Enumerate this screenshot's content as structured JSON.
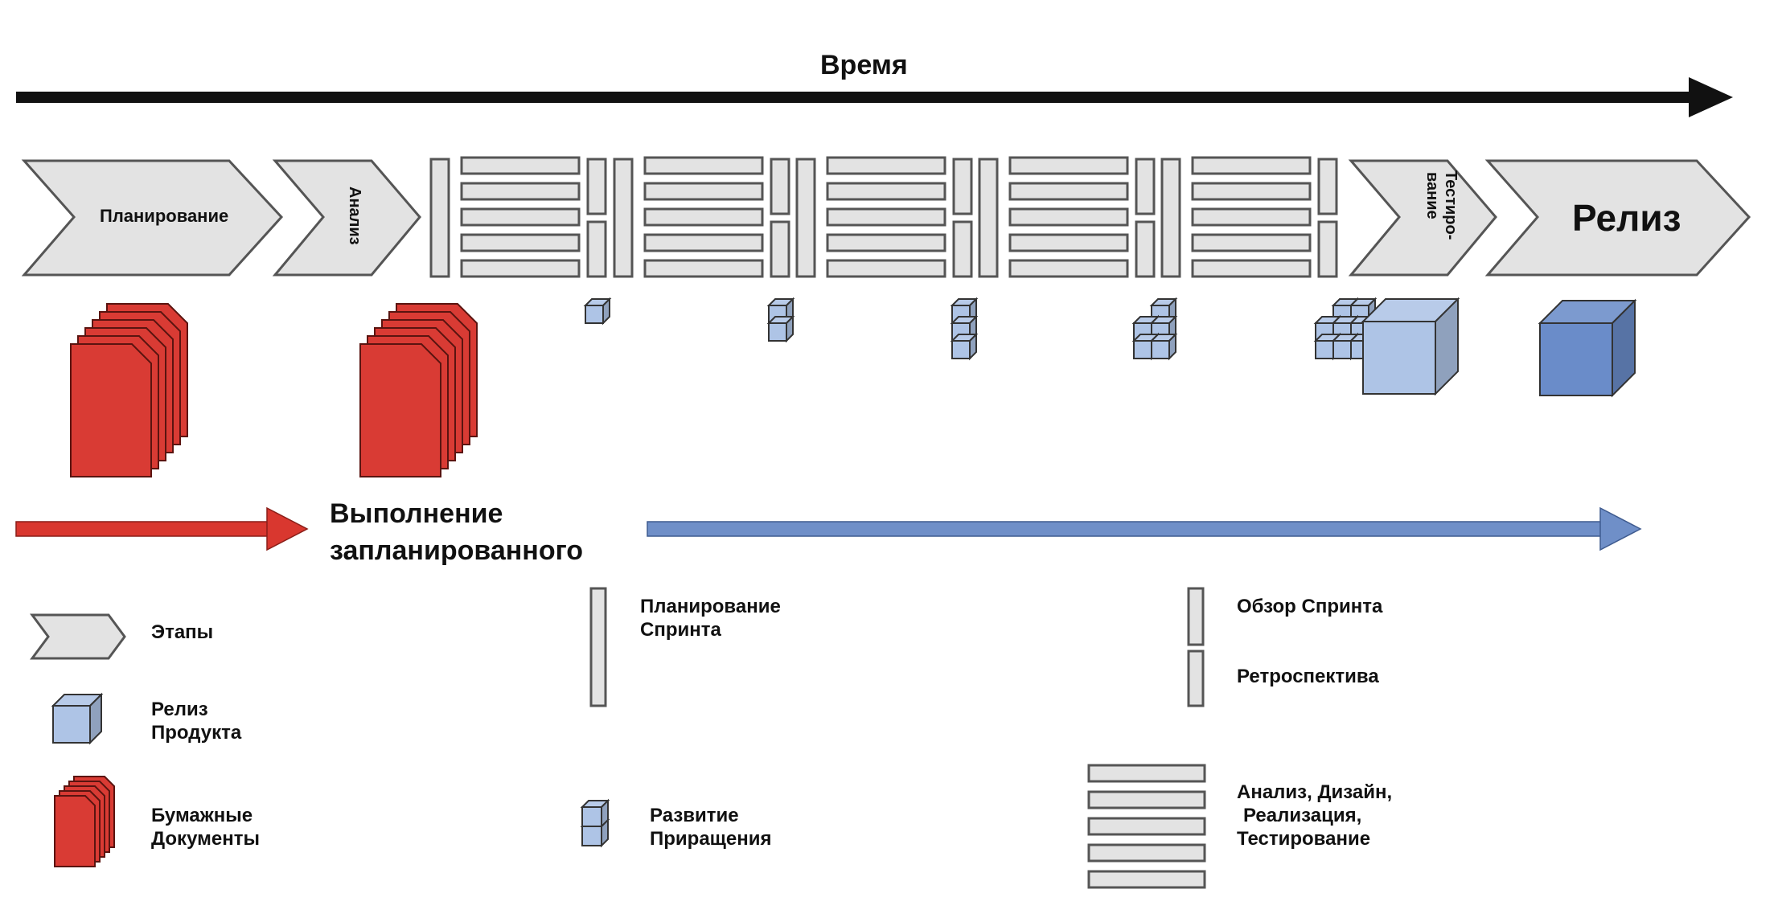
{
  "time_axis": {
    "label": "Время"
  },
  "stages": {
    "planning": "Планирование",
    "analysis": "Анализ",
    "testing_line1": "Тестиро-",
    "testing_line2": "вание",
    "release": "Релиз"
  },
  "execution": {
    "line1": "Выполнение",
    "line2": "запланированного"
  },
  "legend": {
    "stages": "Этапы",
    "product_release_1": "Релиз",
    "product_release_2": "Продукта",
    "paper_docs_1": "Бумажные",
    "paper_docs_2": "Документы",
    "sprint_planning_1": "Планирование",
    "sprint_planning_2": "Спринта",
    "increment_1": "Развитие",
    "increment_2": "Приращения",
    "sprint_review": "Обзор Спринта",
    "retrospective": "Ретроспектива",
    "work_1": "Анализ, Дизайн,",
    "work_2": "Реализация,",
    "work_3": "Тестирование"
  },
  "increments_per_sprint": [
    1,
    2,
    3,
    5,
    8
  ],
  "colors": {
    "arrow_black": "#111111",
    "stage_fill": "#e3e3e3",
    "stage_stroke": "#555555",
    "doc_red": "#d93b34",
    "arrow_red": "#d9372f",
    "arrow_blue": "#6f8fc8",
    "cube_light": "#aec4e6",
    "cube_dark": "#6a8cc9"
  }
}
